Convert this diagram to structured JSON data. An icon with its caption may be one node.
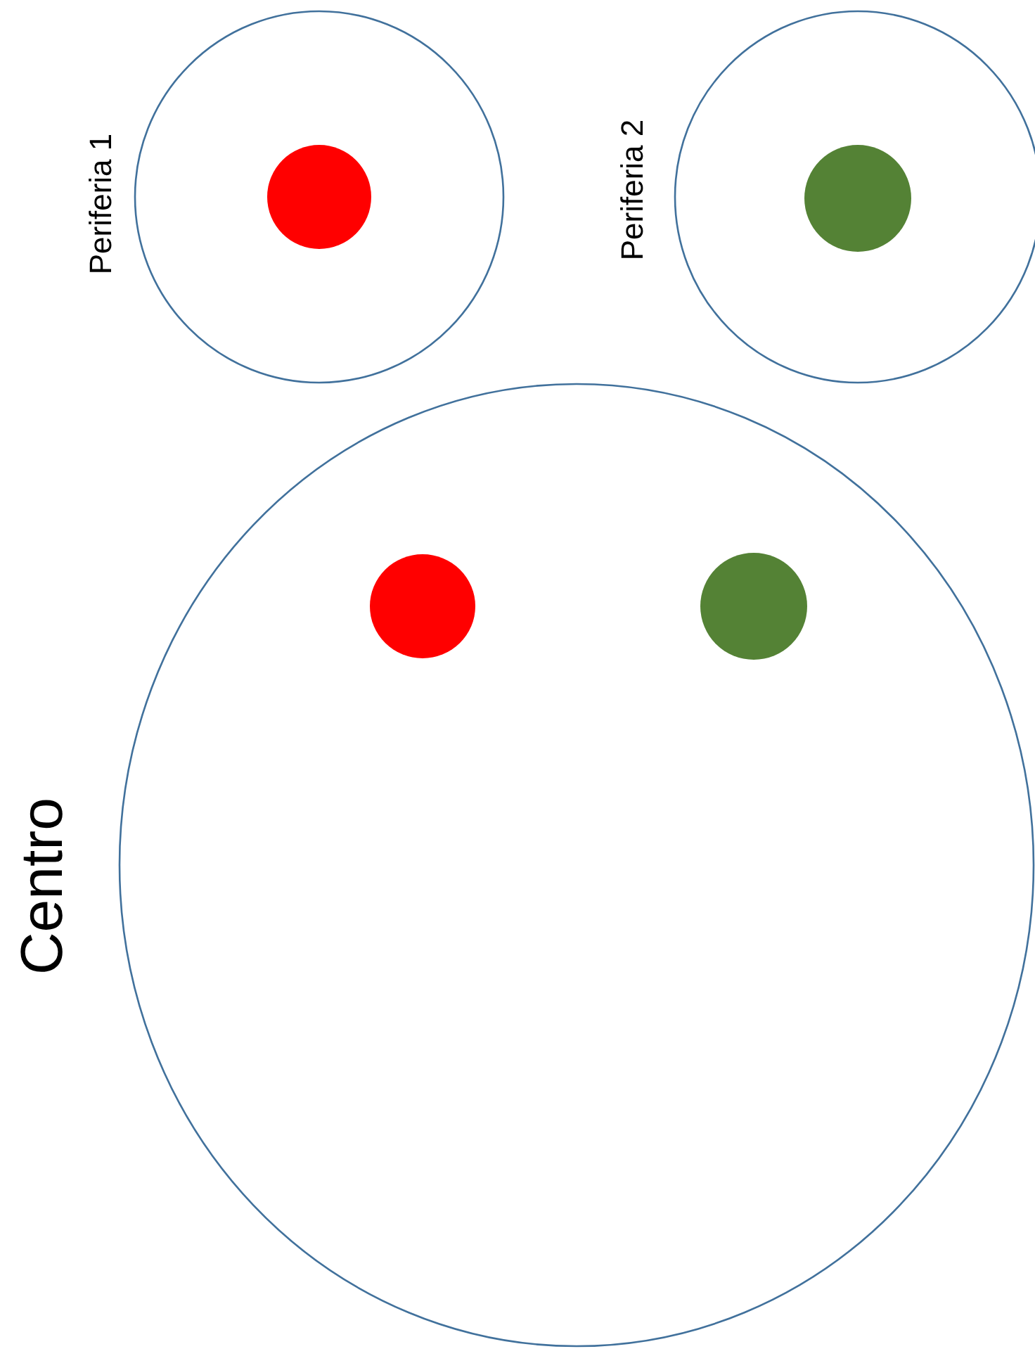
{
  "diagram": {
    "nodes": [
      {
        "text": [
          "Periferia 1"
        ]
      },
      {
        "text": [],
        "shape": "circle",
        "in": 0
      },
      {
        "text": [
          "Periferia 2"
        ]
      },
      {
        "text": [],
        "shape": "circle",
        "in": 2
      },
      {
        "text": [
          "Centro"
        ]
      },
      {
        "text": [],
        "shape": "circle",
        "in": 4
      },
      {
        "text": [],
        "shape": "circle",
        "in": 4
      }
    ]
  }
}
